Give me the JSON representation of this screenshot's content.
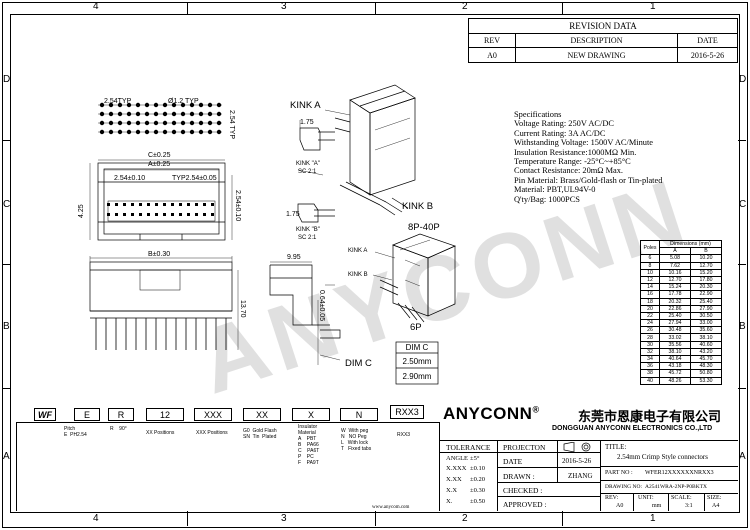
{
  "zones": {
    "top": [
      "4",
      "3",
      "2",
      "1"
    ],
    "bottom": [
      "4",
      "3",
      "2",
      "1"
    ],
    "left": [
      "D",
      "C",
      "B",
      "A"
    ],
    "right": [
      "D",
      "C",
      "B",
      "A"
    ]
  },
  "revision": {
    "title": "REVISION DATA",
    "headers": [
      "REV",
      "DESCRIPTION",
      "DATE"
    ],
    "row": [
      "A0",
      "NEW DRAWING",
      "2016-5-26"
    ]
  },
  "specs": {
    "heading": "Specifications",
    "lines": [
      "Voltage Rating: 250V AC/DC",
      "Current Rating: 3A  AC/DC",
      "Withstanding Voltage: 1500V AC/Minute",
      "Insulation Resistance:1000MΩ  Min.",
      "Temperature Range: -25°C~+85°C",
      "Contact Resistance: 20mΩ  Max.",
      "Pin Material: Brass/Gold-flash or Tin-plated",
      "Material: PBT,UL94V-0",
      "Q'ty/Bag: 1000PCS"
    ]
  },
  "dim_table": {
    "caption": "Dimensions (mm)",
    "col_header": [
      "Poles",
      "A",
      "B"
    ],
    "rows": [
      [
        "6",
        "5.08",
        "10.20"
      ],
      [
        "8",
        "7.62",
        "12.70"
      ],
      [
        "10",
        "10.16",
        "15.20"
      ],
      [
        "12",
        "12.70",
        "17.80"
      ],
      [
        "14",
        "15.24",
        "20.30"
      ],
      [
        "16",
        "17.78",
        "22.90"
      ],
      [
        "18",
        "20.32",
        "25.40"
      ],
      [
        "20",
        "22.86",
        "27.90"
      ],
      [
        "22",
        "25.40",
        "30.50"
      ],
      [
        "24",
        "27.94",
        "33.00"
      ],
      [
        "26",
        "30.48",
        "35.60"
      ],
      [
        "28",
        "33.02",
        "38.10"
      ],
      [
        "30",
        "35.56",
        "40.60"
      ],
      [
        "32",
        "38.10",
        "43.20"
      ],
      [
        "34",
        "40.64",
        "45.70"
      ],
      [
        "36",
        "43.18",
        "48.30"
      ],
      [
        "38",
        "45.72",
        "50.80"
      ],
      [
        "40",
        "48.26",
        "53.30"
      ]
    ]
  },
  "drawing_labels": {
    "kink_a": "KINK A",
    "kink_b": "KINK B",
    "kink_a_detail": "KINK \"A\"",
    "kink_b_detail": "KINK \"B\"",
    "scale_a": "SC 2:1",
    "scale_b": "SC 2:1",
    "range_8p": "8P-40P",
    "six_p": "6P",
    "kink_a_small": "KINK A",
    "kink_b_small": "KINK B",
    "dim_c": "DIM C",
    "dim_c_label": "DIM C",
    "dim_c_values": [
      "2.50mm",
      "2.90mm"
    ],
    "pitch_typ": "2.54TYP",
    "hole_typ": "Ø1.2 TYP",
    "side_typ": "2.54 TYP",
    "width_c": "C±0.25",
    "width_a": "A±0.25",
    "pitch_tol": "2.54±0.10",
    "pitch_tol2": "TYP2.54±0.05",
    "depth_a": "2.54±0.10",
    "height_425": "4.25",
    "side_b": "B±0.30",
    "side_995": "9.95",
    "side_1370": "13.70",
    "kink_175a": "1.75",
    "kink_175b": "1.75",
    "pin_dim": "0.64±0.05"
  },
  "watermark": "ANYCONN",
  "part_code": {
    "boxes": [
      "WF",
      "E",
      "R",
      "12",
      "XXX",
      "XX",
      "X",
      "N",
      "RXX3"
    ],
    "subs": [
      "",
      "Pitch\nE  PH2.54",
      "R    90°",
      "XX Positions",
      "XXX Positions",
      "G0  Gold Flash\nSN  Tin  Plated",
      "Insulator\nMaterial\nA    PBT\nB    PA66\nC    PA6T\nP    PC\nF    PA9T",
      "W  With peg\nN   NO Peg\nL   With lock\nT   Fixed tabs",
      "RXX3"
    ]
  },
  "company": {
    "name": "ANYCONN",
    "reg": "®",
    "chinese": "东莞市恩康电子有限公司",
    "english": "DONGGUAN  ANYCONN ELECTRONICS CO.,LTD"
  },
  "title_block": {
    "tolerance_label": "TOLERANCE",
    "angle_label": "ANGLE",
    "angle_value": "±5°",
    "tol_rows": [
      [
        "X.XXX",
        "±0.10"
      ],
      [
        "X.XX",
        "±0.20"
      ],
      [
        "X.X",
        "±0.30"
      ],
      [
        "X.",
        "±0.50"
      ]
    ],
    "website": "www.anycom.com",
    "projection_label": "PROJECTON",
    "date_label": "DATE",
    "date_value": "2016-5-26",
    "drawn_label": "DRAWN :",
    "drawn_value": "ZHANG",
    "checked_label": "CHECKED :",
    "approved_label": "APPROVED :",
    "title_label": "TITLE:",
    "title_value": "2.54mm Crimp Style connectors",
    "part_no_label": "PART NO :",
    "part_no_value": "WFER12XXXXXXNRXX3",
    "drawing_no_label": "DRAWING NO:",
    "drawing_no_value": "A2541WRA-2NP-P0BKTX",
    "rev_label": "REV:",
    "rev_value": "A0",
    "unit_label": "UNIT:",
    "unit_value": "mm",
    "scale_label": "SCALE:",
    "scale_value": "3:1",
    "size_label": "SIZE:",
    "size_value": "A4"
  }
}
